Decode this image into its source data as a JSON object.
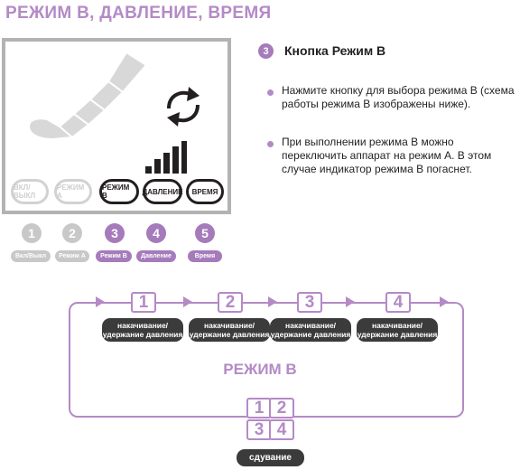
{
  "title": "РЕЖИМ В, ДАВЛЕНИЕ, ВРЕМЯ",
  "device": {
    "buttons": [
      {
        "label": "ВКЛ/ВЫКЛ",
        "active": false
      },
      {
        "label": "РЕЖИМ А",
        "active": false
      },
      {
        "label": "РЕЖИМ В",
        "active": true
      },
      {
        "label": "ДАВЛЕНИЕ",
        "active": true
      },
      {
        "label": "ВРЕМЯ",
        "active": true
      }
    ],
    "icons": [
      "leg-cuff-icon",
      "cycle-arrows-icon",
      "signal-bars-icon"
    ]
  },
  "legend": [
    {
      "num": "1",
      "label": "Вкл/Выкл",
      "color": "grey"
    },
    {
      "num": "2",
      "label": "Режим А",
      "color": "grey"
    },
    {
      "num": "3",
      "label": "Режим В",
      "color": "purple"
    },
    {
      "num": "4",
      "label": "Давление",
      "color": "purple"
    },
    {
      "num": "5",
      "label": "Время",
      "color": "purple"
    }
  ],
  "description": {
    "num": "3",
    "heading": "Кнопка  Режим В",
    "bullets": [
      "Нажмите кнопку для выбора режима В (схема работы режима В изображены ниже).",
      "При выполнении режима В можно переключить аппарат на режим А. В этом случае индикатор режима В погаснет."
    ]
  },
  "diagram": {
    "steps": [
      {
        "num": "1",
        "label": "накачивание/ удержание давления"
      },
      {
        "num": "2",
        "label": "накачивание/ удержание давления"
      },
      {
        "num": "3",
        "label": "накачивание/ удержание давления"
      },
      {
        "num": "4",
        "label": "накачивание/ удержание давления"
      }
    ],
    "mode_label": "РЕЖИМ В",
    "grid": [
      "1",
      "2",
      "3",
      "4"
    ],
    "deflate_label": "сдувание"
  },
  "colors": {
    "accent": "#b48ac6",
    "dark": "#3b3b3b",
    "grey": "#c8c8c8"
  }
}
